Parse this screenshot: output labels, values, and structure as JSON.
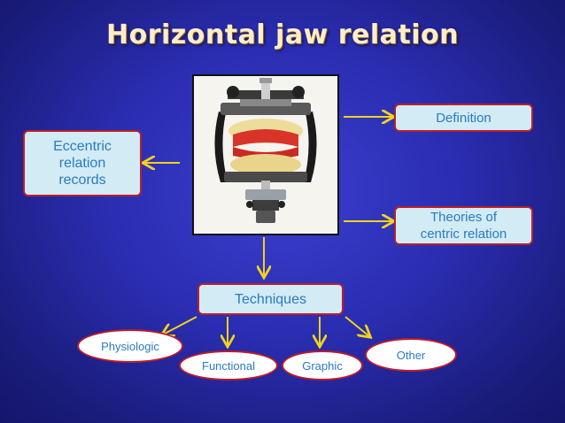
{
  "title": "Horizontal jaw relation",
  "boxes": {
    "definition": "Definition",
    "theories_line1": "Theories of",
    "theories_line2": "centric relation",
    "eccentric_line1": "Eccentric",
    "eccentric_line2": "relation",
    "eccentric_line3": "records",
    "techniques": "Techniques"
  },
  "techniques": {
    "physiologic": "Physiologic",
    "functional": "Functional",
    "graphic": "Graphic",
    "other": "Other"
  },
  "colors": {
    "arrow": "#f2d21c",
    "box_fill": "#d3ebf4",
    "box_border": "#b8202a",
    "text": "#2a7bc0",
    "title": "#fdeec8"
  }
}
